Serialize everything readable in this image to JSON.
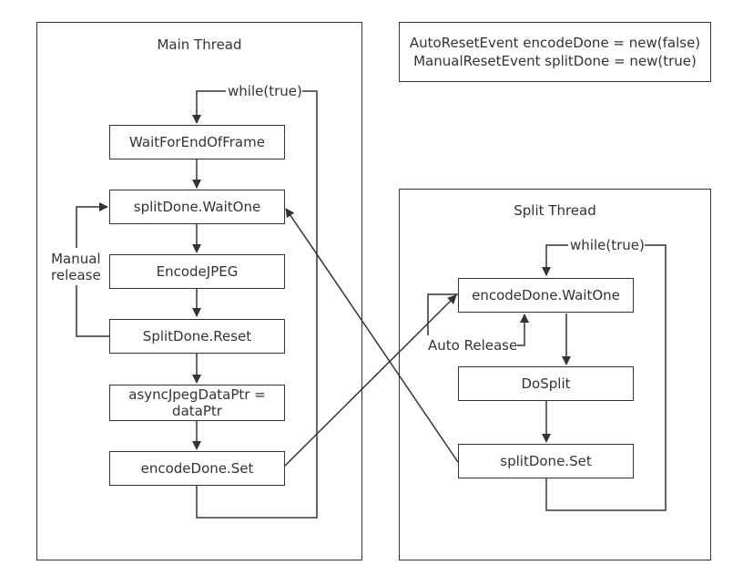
{
  "declarations": {
    "line1": "AutoResetEvent encodeDone = new(false)",
    "line2": "ManualResetEvent splitDone = new(true)"
  },
  "main_thread": {
    "title": "Main Thread",
    "loop_label": "while(true)",
    "release_label": "Manual\nrelease",
    "steps": {
      "wait_for_end_of_frame": "WaitForEndOfFrame",
      "split_done_wait_one": "splitDone.WaitOne",
      "encode_jpeg": "EncodeJPEG",
      "split_done_reset": "SplitDone.Reset",
      "assign_data_ptr": "asyncJpegDataPtr =\ndataPtr",
      "encode_done_set": "encodeDone.Set"
    }
  },
  "split_thread": {
    "title": "Split Thread",
    "loop_label": "while(true)",
    "release_label": "Auto Release",
    "steps": {
      "encode_done_wait_one": "encodeDone.WaitOne",
      "do_split": "DoSplit",
      "split_done_set": "splitDone.Set"
    }
  }
}
